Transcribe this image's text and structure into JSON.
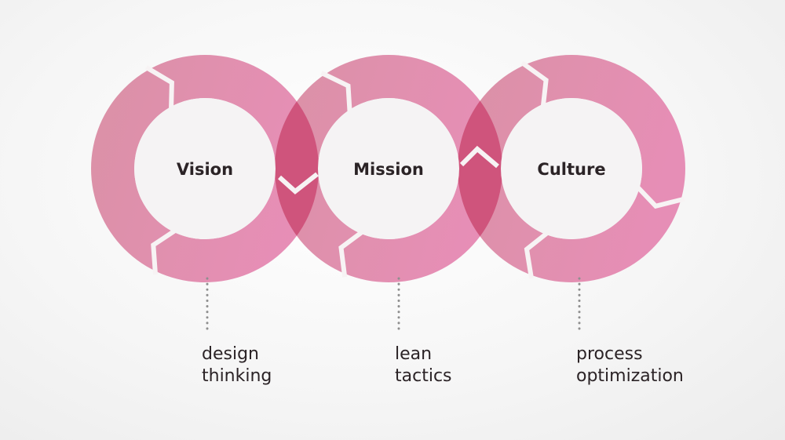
{
  "colors": {
    "ring_light": "#df8ea8",
    "ring_mid": "#e48aaf",
    "overlap": "#cd4a74",
    "gap": "#f7f3f4",
    "dots": "#8f8f8f",
    "text": "#2b2326"
  },
  "rings": [
    {
      "id": "vision",
      "label": "Vision",
      "sub_lines": [
        "design",
        "thinking"
      ]
    },
    {
      "id": "mission",
      "label": "Mission",
      "sub_lines": [
        "lean",
        "tactics"
      ]
    },
    {
      "id": "culture",
      "label": "Culture",
      "sub_lines": [
        "process",
        "optimization"
      ]
    }
  ]
}
